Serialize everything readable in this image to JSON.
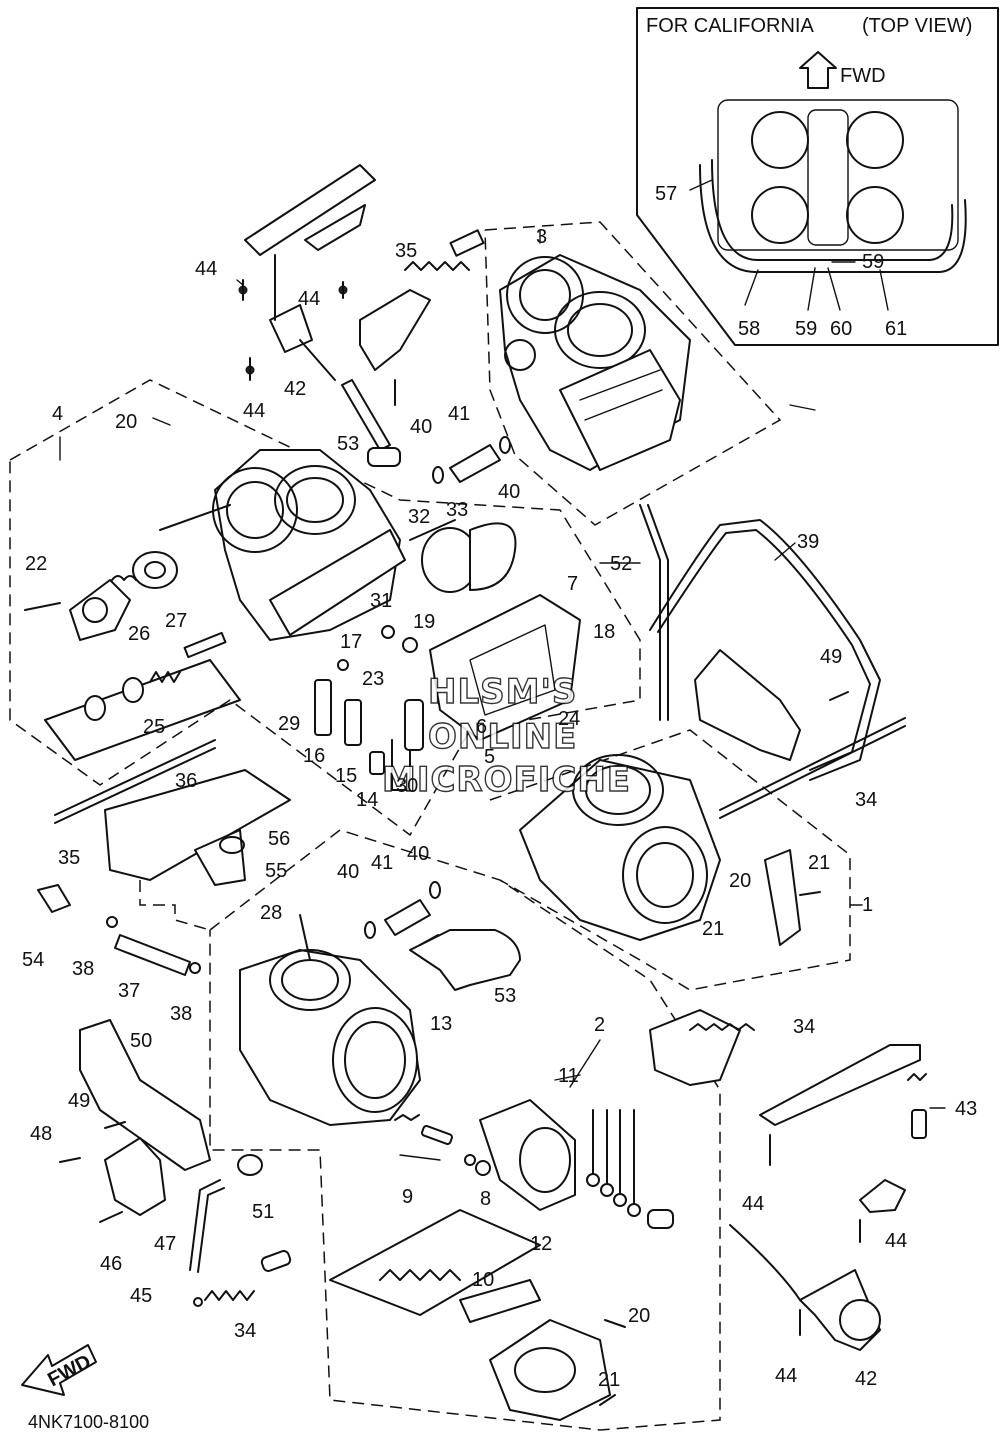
{
  "inset": {
    "title_left": "FOR CALIFORNIA",
    "title_right": "(TOP VIEW)",
    "fwd_label": "FWD",
    "callouts": [
      "57",
      "59",
      "58",
      "59",
      "60",
      "61"
    ]
  },
  "diagram_code": "4NK7100-8100",
  "fwd_badge": "FWD",
  "watermark": [
    "HLSM'S",
    "ONLINE",
    "MICROFICHE"
  ],
  "callouts": [
    "3",
    "35",
    "44",
    "44",
    "42",
    "44",
    "4",
    "20",
    "53",
    "40",
    "41",
    "40",
    "22",
    "26",
    "27",
    "32",
    "33",
    "7",
    "52",
    "39",
    "31",
    "19",
    "17",
    "18",
    "23",
    "49",
    "29",
    "16",
    "25",
    "24",
    "6",
    "5",
    "15",
    "14",
    "30",
    "36",
    "34",
    "35",
    "56",
    "55",
    "40",
    "41",
    "40",
    "21",
    "20",
    "21",
    "1",
    "28",
    "54",
    "38",
    "37",
    "38",
    "53",
    "13",
    "2",
    "34",
    "50",
    "11",
    "43",
    "49",
    "48",
    "9",
    "8",
    "12",
    "44",
    "51",
    "47",
    "46",
    "44",
    "10",
    "45",
    "34",
    "20",
    "21",
    "44",
    "42"
  ]
}
